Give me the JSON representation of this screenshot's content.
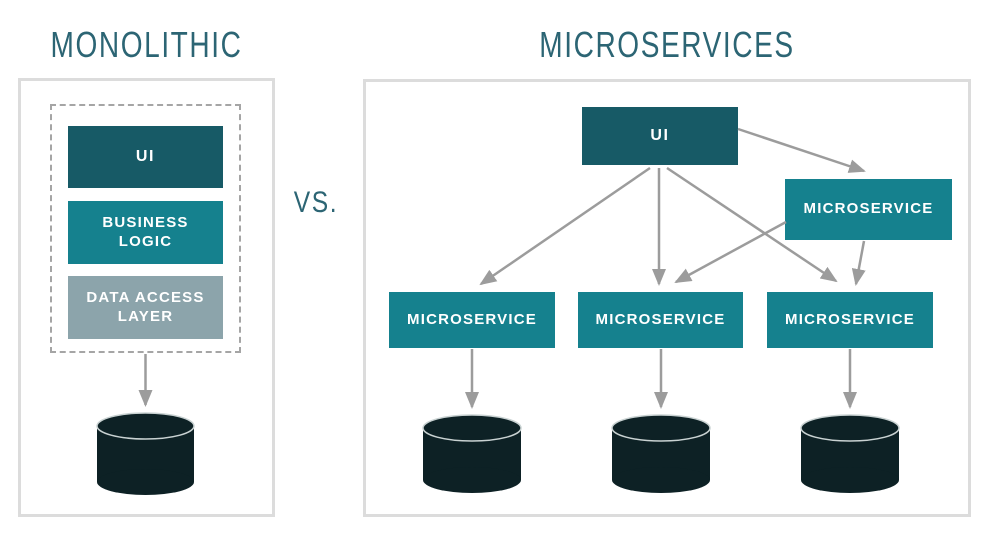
{
  "titles": {
    "monolithic": "MONOLITHIC",
    "microservices": "MICROSERVICES",
    "vs": "VS."
  },
  "monolithic_panel": {
    "layers": [
      {
        "label": "UI"
      },
      {
        "label": "BUSINESS LOGIC"
      },
      {
        "label": "DATA ACCESS LAYER"
      }
    ],
    "database_icon": "database-icon"
  },
  "microservices_panel": {
    "ui": {
      "label": "UI"
    },
    "service_right": {
      "label": "MICROSERVICE"
    },
    "services": [
      {
        "label": "MICROSERVICE"
      },
      {
        "label": "MICROSERVICE"
      },
      {
        "label": "MICROSERVICE"
      }
    ],
    "database_icons": [
      "database-icon",
      "database-icon",
      "database-icon"
    ]
  },
  "colors": {
    "dark_teal": "#175A66",
    "teal": "#15818E",
    "slate_gray_blue": "#8CA4AB",
    "database_dark": "#0D2125",
    "database_highlight": "#C9D2D2",
    "arrow_gray": "#9C9C9C",
    "panel_border": "#DCDCDC",
    "dashed_border": "#A5A5A5",
    "title_teal": "#2C6574",
    "label_text": "#FFFFFF"
  }
}
